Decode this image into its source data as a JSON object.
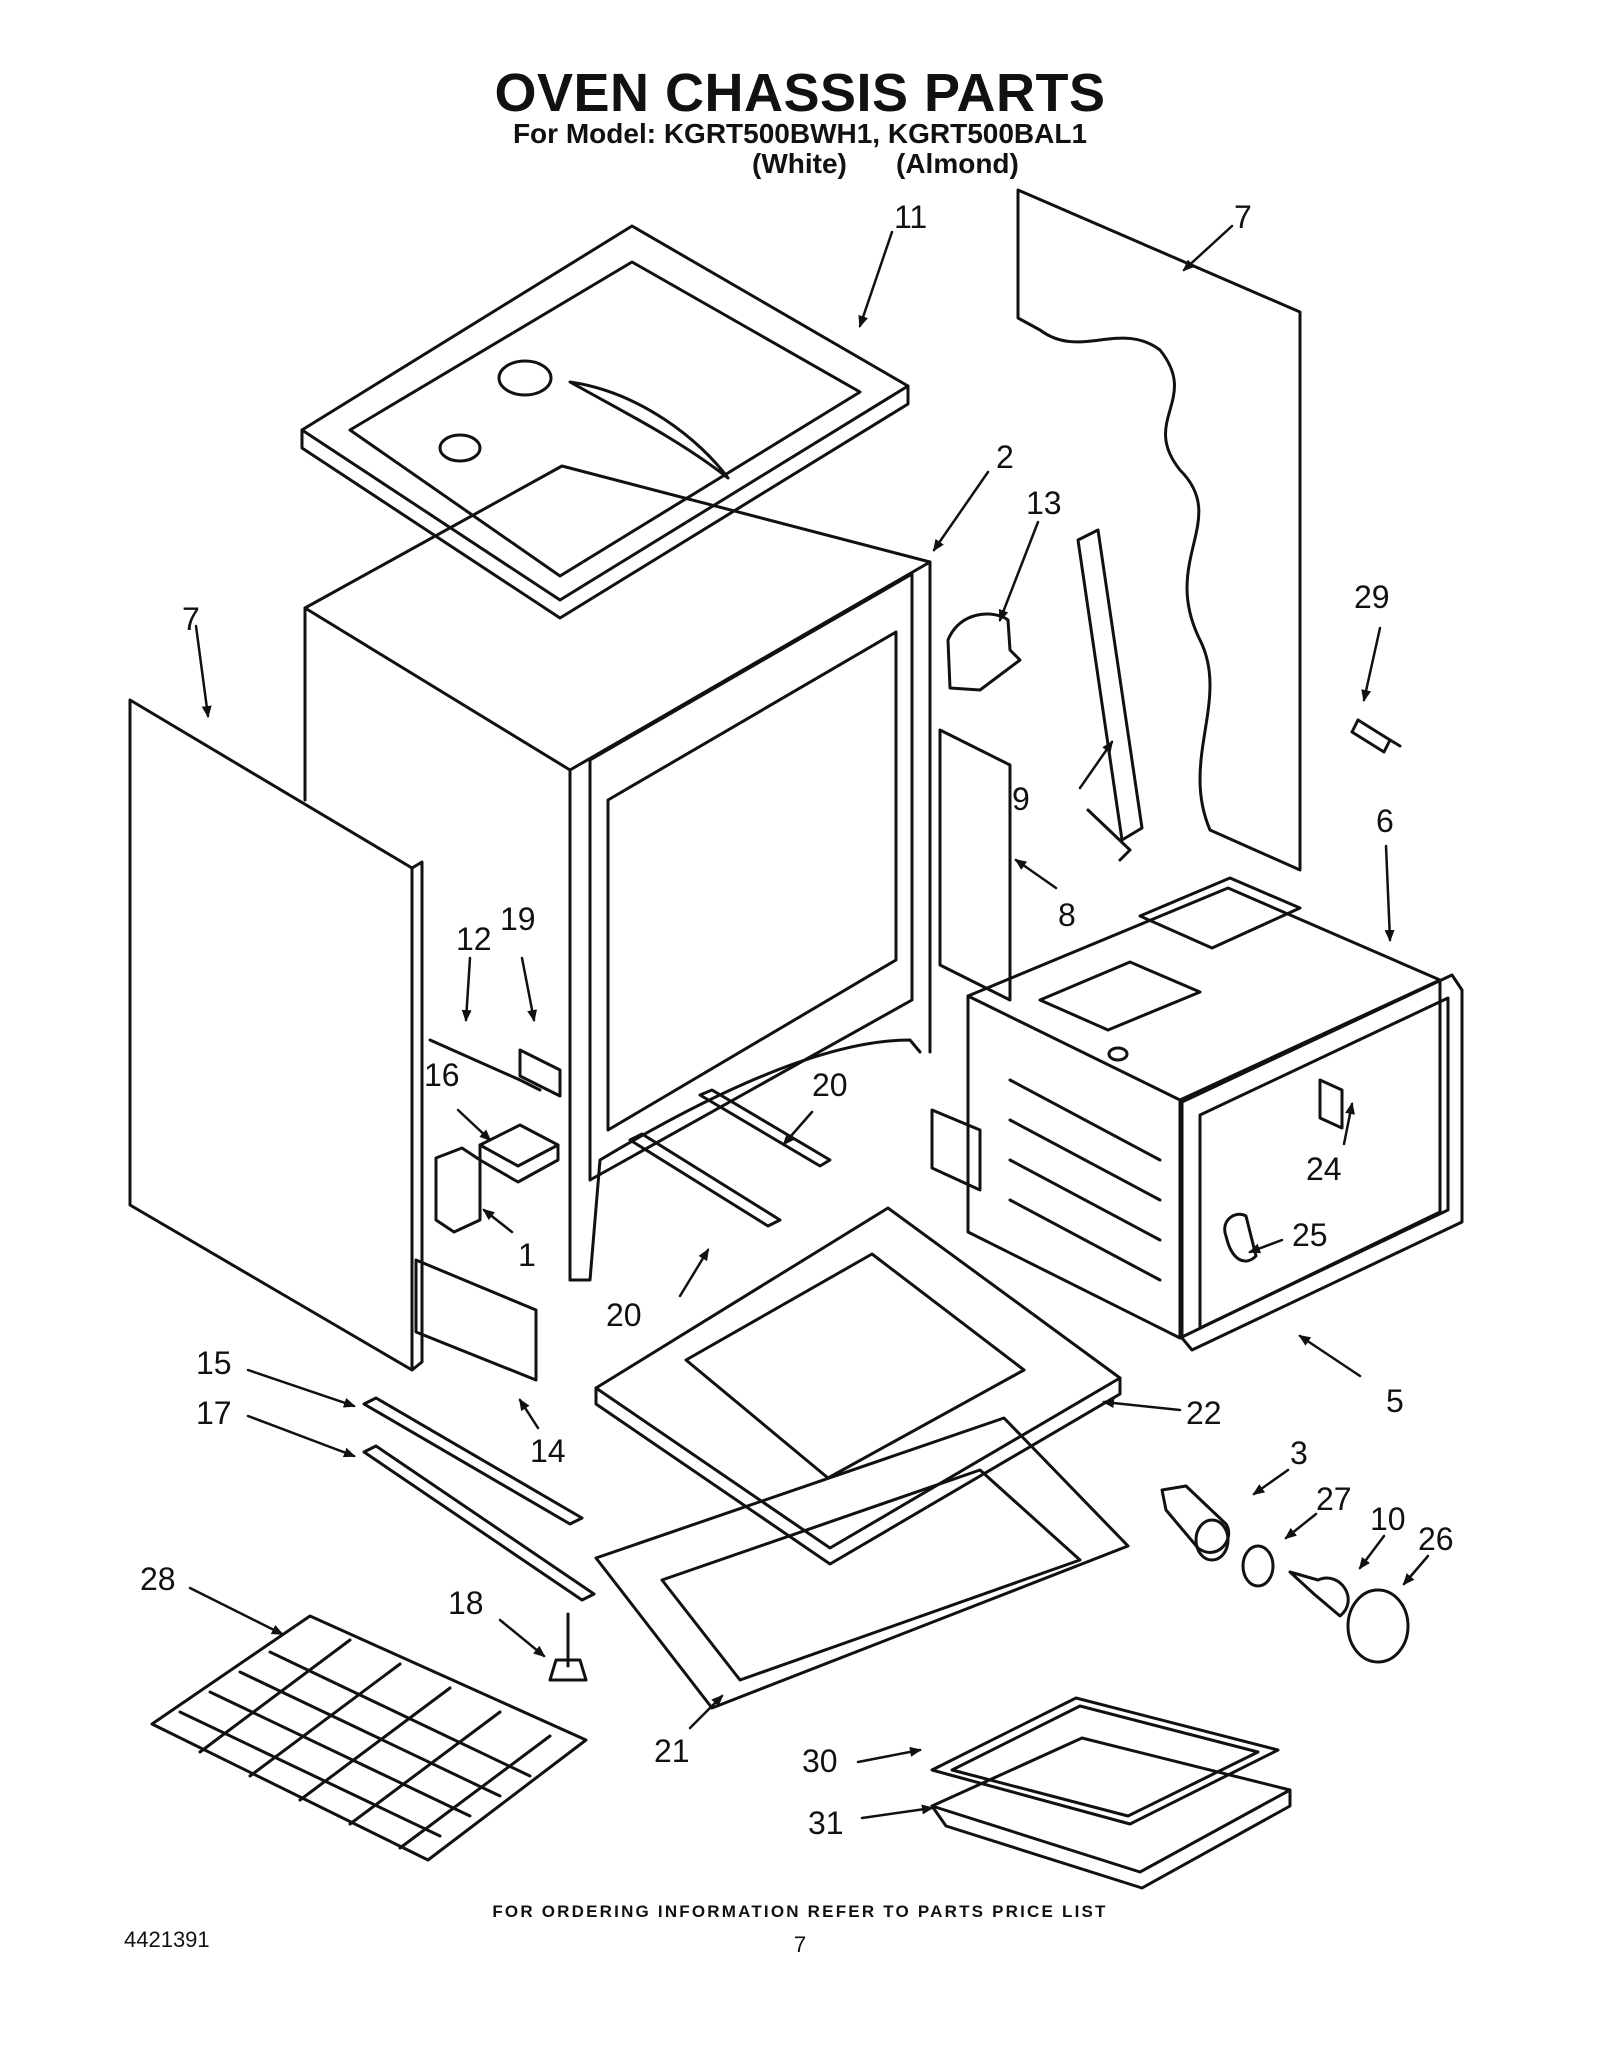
{
  "header": {
    "title": "OVEN CHASSIS PARTS",
    "subtitle": "For Model: KGRT500BWH1, KGRT500BAL1",
    "variant_white": "(White)",
    "variant_almond": "(Almond)"
  },
  "callouts": {
    "c1": "1",
    "c2": "2",
    "c3": "3",
    "c5": "5",
    "c6": "6",
    "c7a": "7",
    "c7b": "7",
    "c8": "8",
    "c9": "9",
    "c10": "10",
    "c11": "11",
    "c12": "12",
    "c13": "13",
    "c14": "14",
    "c15": "15",
    "c16": "16",
    "c17": "17",
    "c18": "18",
    "c19": "19",
    "c20a": "20",
    "c20b": "20",
    "c21": "21",
    "c22": "22",
    "c24": "24",
    "c25": "25",
    "c26": "26",
    "c27": "27",
    "c28": "28",
    "c29": "29",
    "c30": "30",
    "c31": "31"
  },
  "footer": {
    "note": "FOR ORDERING INFORMATION REFER TO PARTS PRICE LIST",
    "doc_number": "4421391",
    "page_number": "7"
  }
}
